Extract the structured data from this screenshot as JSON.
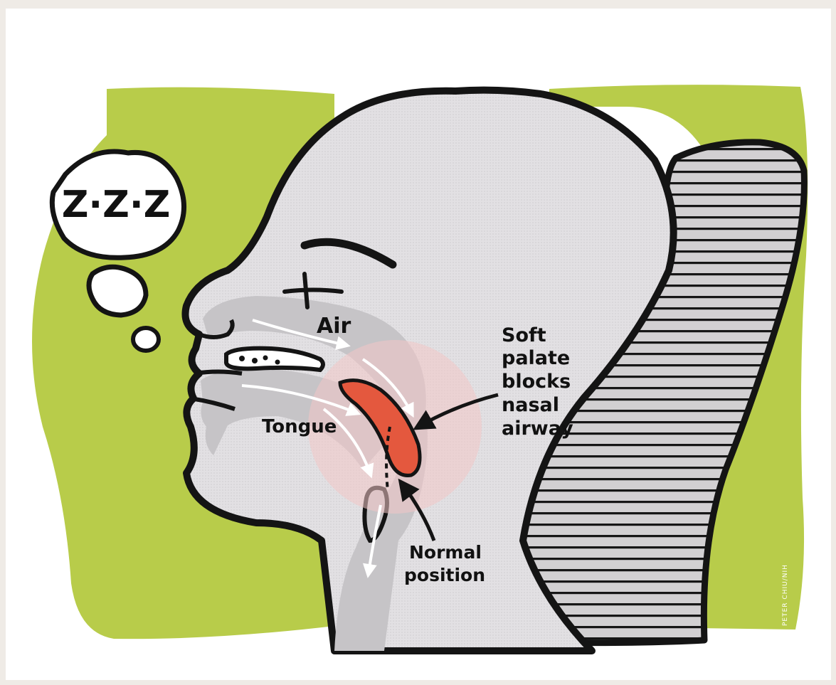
{
  "thought_bubble": {
    "text": "Z·Z·Z"
  },
  "labels": {
    "air": "Air",
    "tongue": "Tongue",
    "soft_palate": [
      "Soft",
      "palate",
      "blocks",
      "nasal",
      "airway"
    ],
    "normal_position": [
      "Normal",
      "position"
    ]
  },
  "credit": "PETER CHIU/NIH",
  "colors": {
    "background_green": "#b8cc4a",
    "head": "#e2e0e3",
    "airway": "#c6c4c7",
    "soft_palate": "#e4583e",
    "focus_circle": "#f3c7c6",
    "pillow": "#c8c6c8",
    "outline": "#141414"
  }
}
